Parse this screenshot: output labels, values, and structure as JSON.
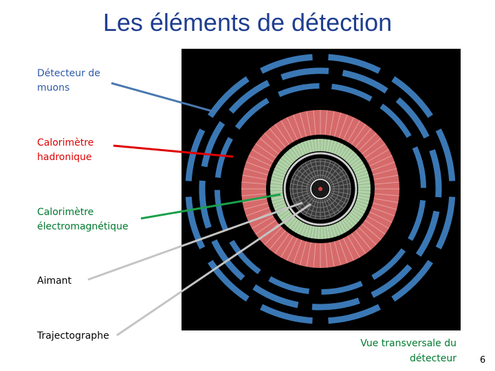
{
  "title": "Les éléments de détection",
  "labels": {
    "muons": "Détecteur de\nmuons",
    "hcal": "Calorimètre\nhadronique",
    "ecal": "Calorimètre\nélectromagnétique",
    "magnet": "Aimant",
    "tracker": "Trajectographe"
  },
  "caption": "Vue transversale du\ndétecteur",
  "page_number": "6",
  "colors": {
    "title": "#1f3e90",
    "muon_label": "#2e59a8",
    "hcal_label": "#e00000",
    "ecal_label": "#007a2e",
    "muon_chambers": "#3a78b5",
    "hcal": "#d66a6a",
    "ecal": "#a3c79a",
    "background": "#000000"
  }
}
